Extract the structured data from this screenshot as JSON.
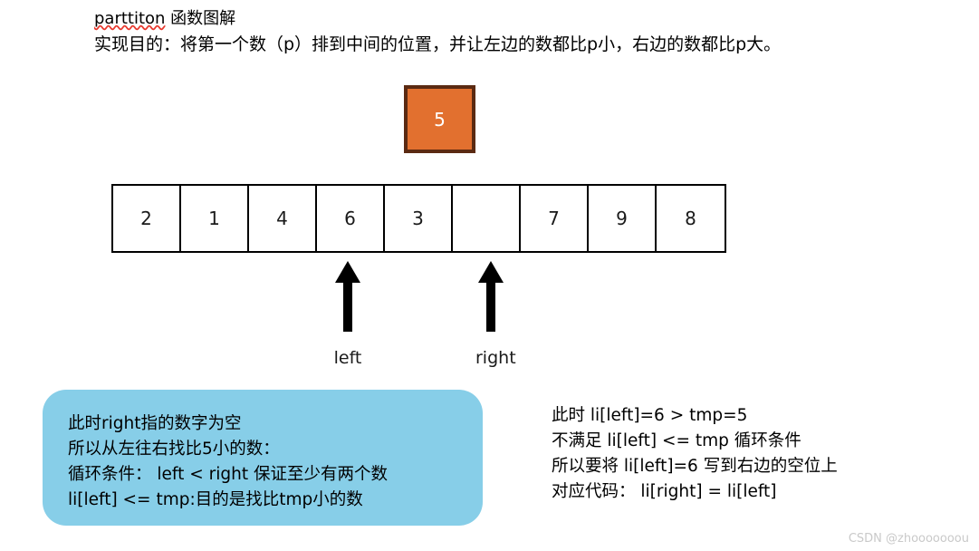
{
  "heading": {
    "title_term": "parttiton",
    "title_suffix": " 函数图解",
    "purpose": "实现目的：将第一个数（p）排到中间的位置，并让左边的数都比p小，右边的数都比p大。"
  },
  "pivot": {
    "value": "5",
    "fill_color": "#e2702f",
    "border_color": "#5b2a12",
    "text_color": "#ffffff"
  },
  "array": {
    "cells": [
      {
        "value": "2"
      },
      {
        "value": "1"
      },
      {
        "value": "4"
      },
      {
        "value": "6"
      },
      {
        "value": "3"
      },
      {
        "value": ""
      },
      {
        "value": "7"
      },
      {
        "value": "9"
      },
      {
        "value": "8"
      }
    ]
  },
  "pointers": [
    {
      "name": "left",
      "label": "left",
      "cell_index": 3
    },
    {
      "name": "right",
      "label": "right",
      "cell_index": 5
    }
  ],
  "callout_blue": {
    "background_color": "#87cee8",
    "lines": [
      "此时right指的数字为空",
      "所以从左往右找比5小的数：",
      "循环条件： left < right  保证至少有两个数",
      "li[left] <= tmp:目的是找比tmp小的数"
    ]
  },
  "notes_right": {
    "lines": [
      "此时 li[left]=6 > tmp=5",
      "不满足 li[left] <= tmp 循环条件",
      "所以要将 li[left]=6 写到右边的空位上",
      "对应代码： li[right] = li[left]"
    ]
  },
  "watermark": {
    "text": "CSDN @zhooooooou"
  }
}
